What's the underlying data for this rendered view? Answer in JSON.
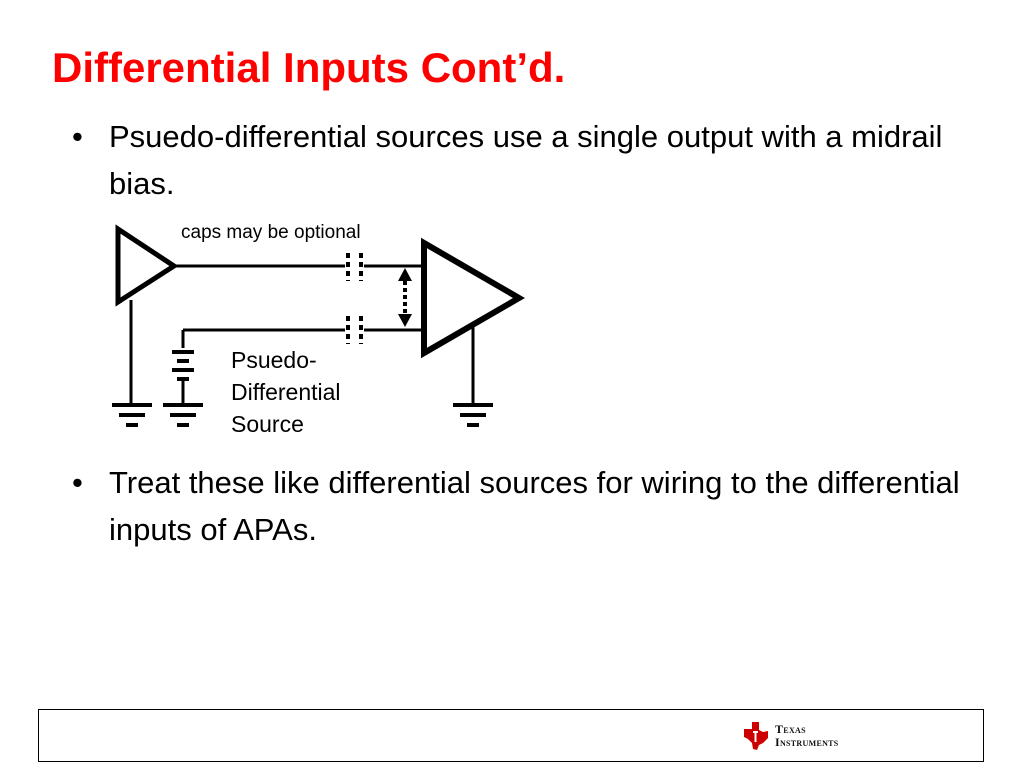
{
  "title": "Differential Inputs Cont’d.",
  "title_color": "#ff0000",
  "bullets": [
    {
      "marker": "•",
      "text": "Psuedo-differential sources use a single output with a midrail bias."
    },
    {
      "marker": "•",
      "text": "Treat these like differential sources for wiring to the differential inputs of APAs."
    }
  ],
  "diagram": {
    "caps_note": "caps may be optional",
    "source_label": [
      "Psuedo-",
      "Differential",
      "Source"
    ],
    "icons": [
      "single-ended-amplifier-icon",
      "differential-amplifier-icon",
      "capacitor-icon",
      "battery-icon",
      "ground-icon",
      "double-arrow-icon"
    ]
  },
  "footer": {
    "logo_line1": "Texas",
    "logo_line2": "Instruments",
    "logo_color": "#cc0000"
  }
}
